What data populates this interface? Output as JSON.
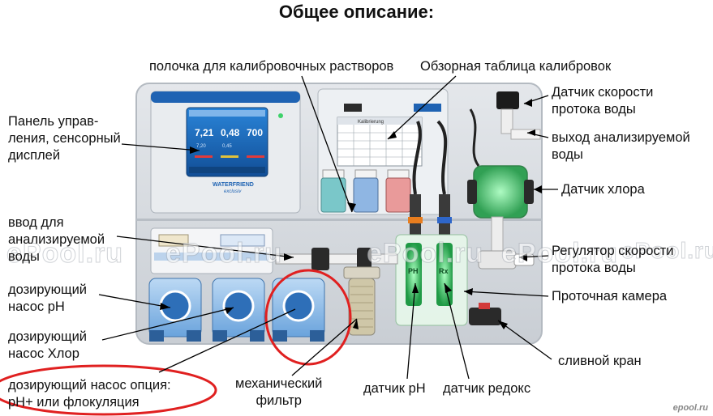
{
  "title": "Общее описание:",
  "labels": {
    "shelf": "полочка для калибровочных растворов",
    "calib_table": "Обзорная таблица калибровок",
    "flow_sensor": "Датчик скорости\nпротока воды",
    "water_outlet": "выход анализируемой\nводы",
    "chlorine_sensor": "Датчик хлора",
    "control_panel": "Панель управ-\nления, сенсорный\nдисплей",
    "water_inlet": "ввод для\nанализируемой\nводы",
    "flow_regulator": "Регулятор скорости\nпротока воды",
    "pump_ph": "дозирующий\nнасос pH",
    "flow_chamber": "Проточная камера",
    "pump_chlorine": "дозирующий\nнасос Хлор",
    "drain_valve": "сливной кран",
    "pump_option": "дозирующий насос опция:\npH+ или флокуляция",
    "mech_filter": "механический\nфильтр",
    "ph_sensor": "датчик pH",
    "redox_sensor": "датчик редокс"
  },
  "device": {
    "display_values": [
      "7,21",
      "0,48",
      "700"
    ],
    "display_sub": [
      "7,20",
      "0,45",
      ""
    ],
    "brand": "WATERFRIEND",
    "brand_sub": "exclusiv",
    "sensor_ph_text": "PH",
    "sensor_redox_text": "Rx",
    "calib_chart_title": "Kalibrierung"
  },
  "watermarks": [
    "ePool.ru",
    "ePool.ru",
    "ePool.ru",
    "ePool.ru",
    "ePool.ru"
  ],
  "corner_watermark": "epool.ru",
  "colors": {
    "panel": "#d7dbe0",
    "panel_edge": "#b4bac1",
    "pump_blue": "#4a8fd6",
    "screen_blue": "#1e6fc4",
    "highlight_red": "#e02020",
    "sensor_green": "#3ed26a"
  }
}
